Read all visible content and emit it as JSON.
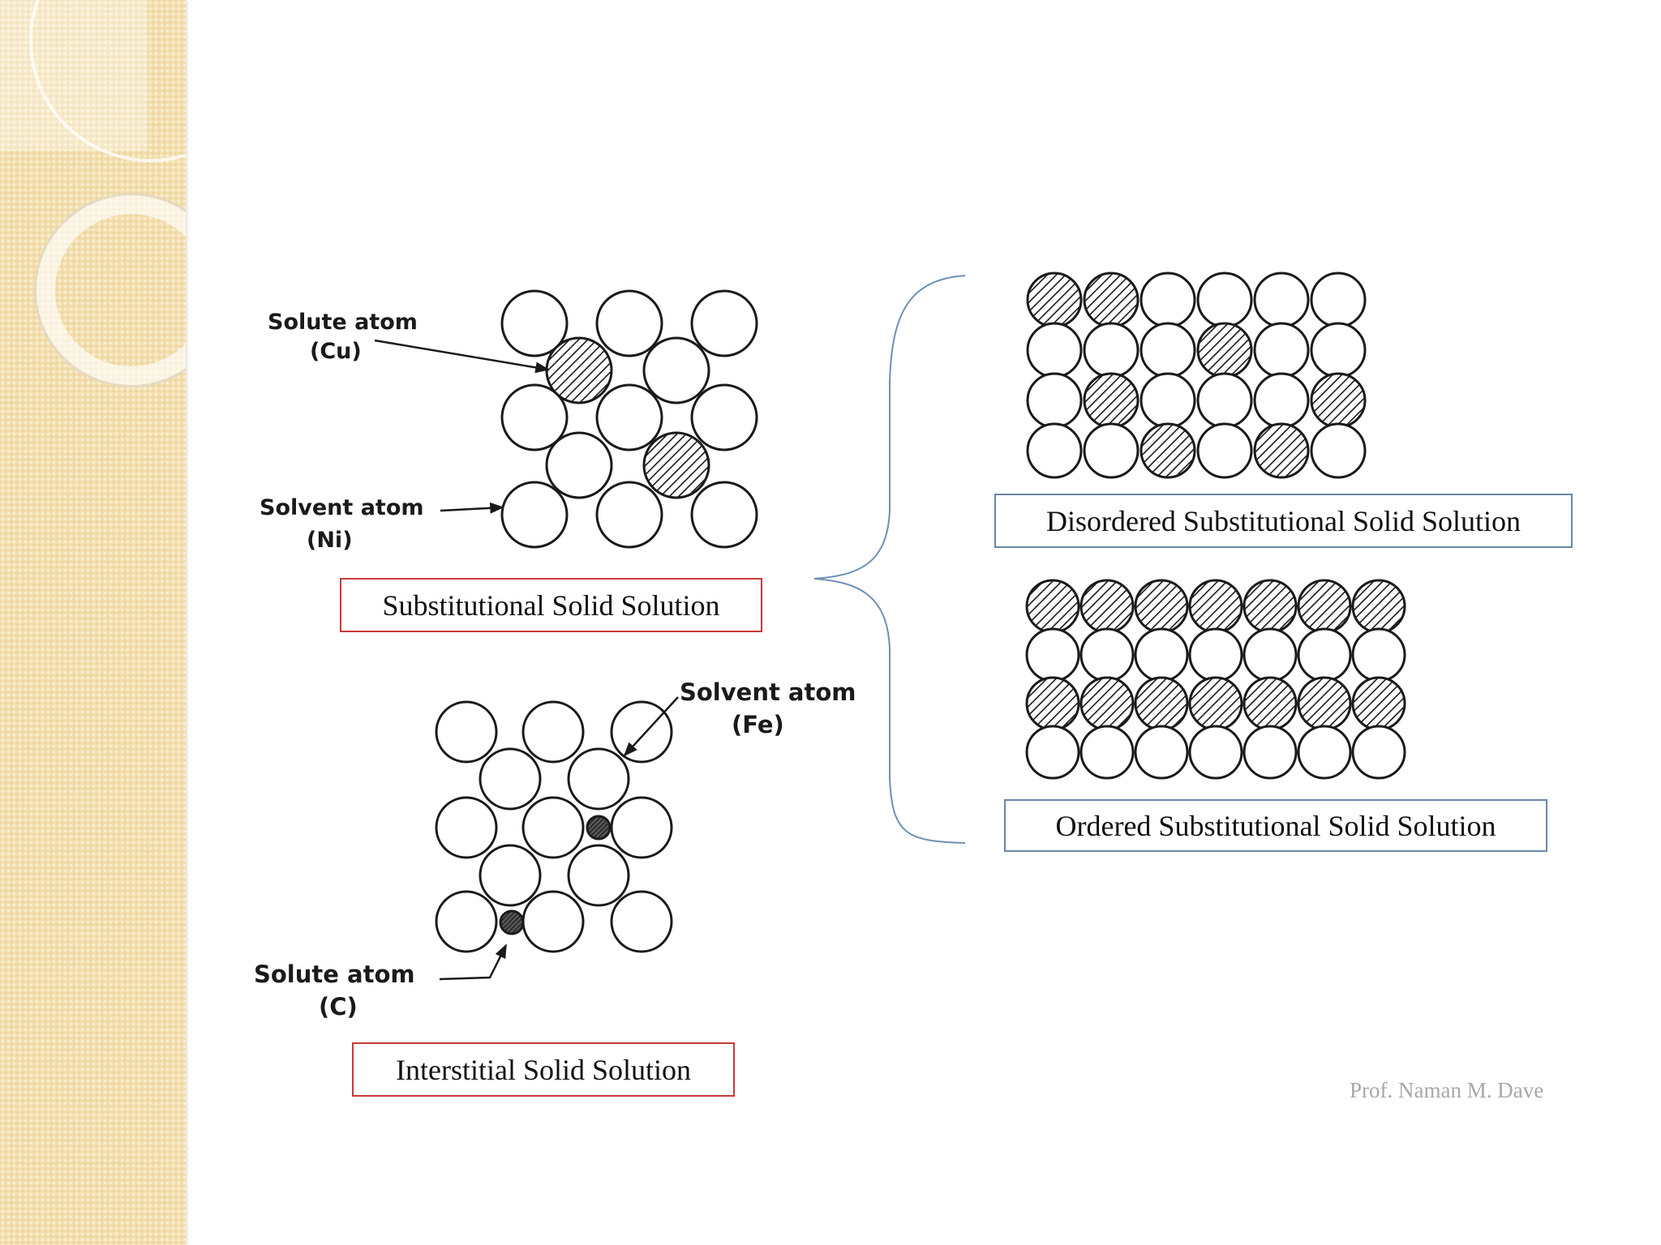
{
  "sidebar": {
    "color": "#f3dfae"
  },
  "substitutional": {
    "caption": "Substitutional Solid Solution",
    "solute_label": [
      "Solute atom",
      "(Cu)"
    ],
    "solvent_label": [
      "Solvent atom",
      "(Ni)"
    ]
  },
  "interstitial": {
    "caption": "Interstitial Solid Solution",
    "solvent_label": [
      "Solvent atom",
      "(Fe)"
    ],
    "solute_label": [
      "Solute atom",
      "(C)"
    ]
  },
  "disordered": {
    "caption": "Disordered Substitutional Solid Solution",
    "grid": [
      [
        1,
        1,
        0,
        0,
        0,
        0
      ],
      [
        0,
        0,
        0,
        1,
        0,
        0
      ],
      [
        0,
        1,
        0,
        0,
        0,
        1
      ],
      [
        0,
        0,
        1,
        0,
        1,
        0
      ]
    ]
  },
  "ordered": {
    "caption": "Ordered Substitutional Solid Solution",
    "grid": [
      [
        1,
        1,
        1,
        1,
        1,
        1,
        1
      ],
      [
        0,
        0,
        0,
        0,
        0,
        0,
        0
      ],
      [
        1,
        1,
        1,
        1,
        1,
        1,
        1
      ],
      [
        0,
        0,
        0,
        0,
        0,
        0,
        0
      ]
    ]
  },
  "credit": "Prof. Naman M. Dave",
  "colors": {
    "red_box": "#c9393a",
    "blue_box": "#6a86a6",
    "brace": "#6f8fb5"
  }
}
